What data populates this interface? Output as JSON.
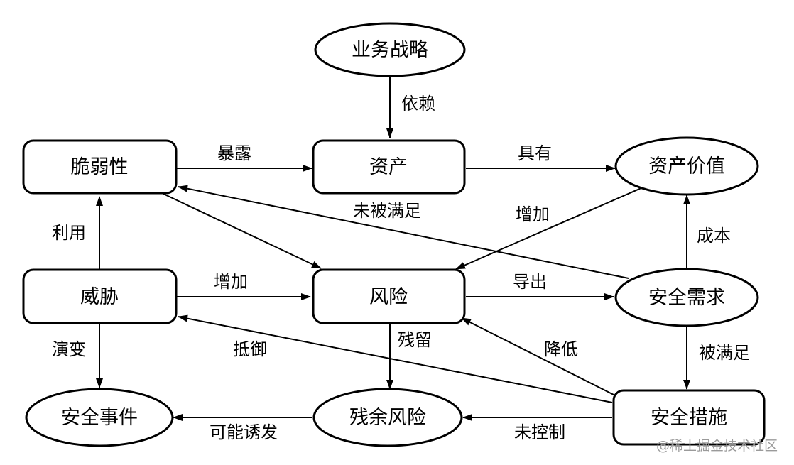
{
  "nodes": {
    "business_strategy": "业务战略",
    "asset": "资产",
    "asset_value": "资产价值",
    "vulnerability": "脆弱性",
    "threat": "威胁",
    "risk": "风险",
    "security_requirement": "安全需求",
    "security_event": "安全事件",
    "residual_risk": "残余风险",
    "security_measure": "安全措施"
  },
  "edges": {
    "depends": "依赖",
    "exposes": "暴露",
    "has": "具有",
    "unmet": "未被满足",
    "increase_value": "增加",
    "exploit": "利用",
    "increase_risk": "增加",
    "derive": "导出",
    "cost": "成本",
    "evolve": "演变",
    "resist": "抵御",
    "remain": "残留",
    "reduce": "降低",
    "satisfied": "被满足",
    "may_trigger": "可能诱发",
    "uncontrolled": "未控制"
  },
  "watermark": "@稀土掘金技术社区"
}
